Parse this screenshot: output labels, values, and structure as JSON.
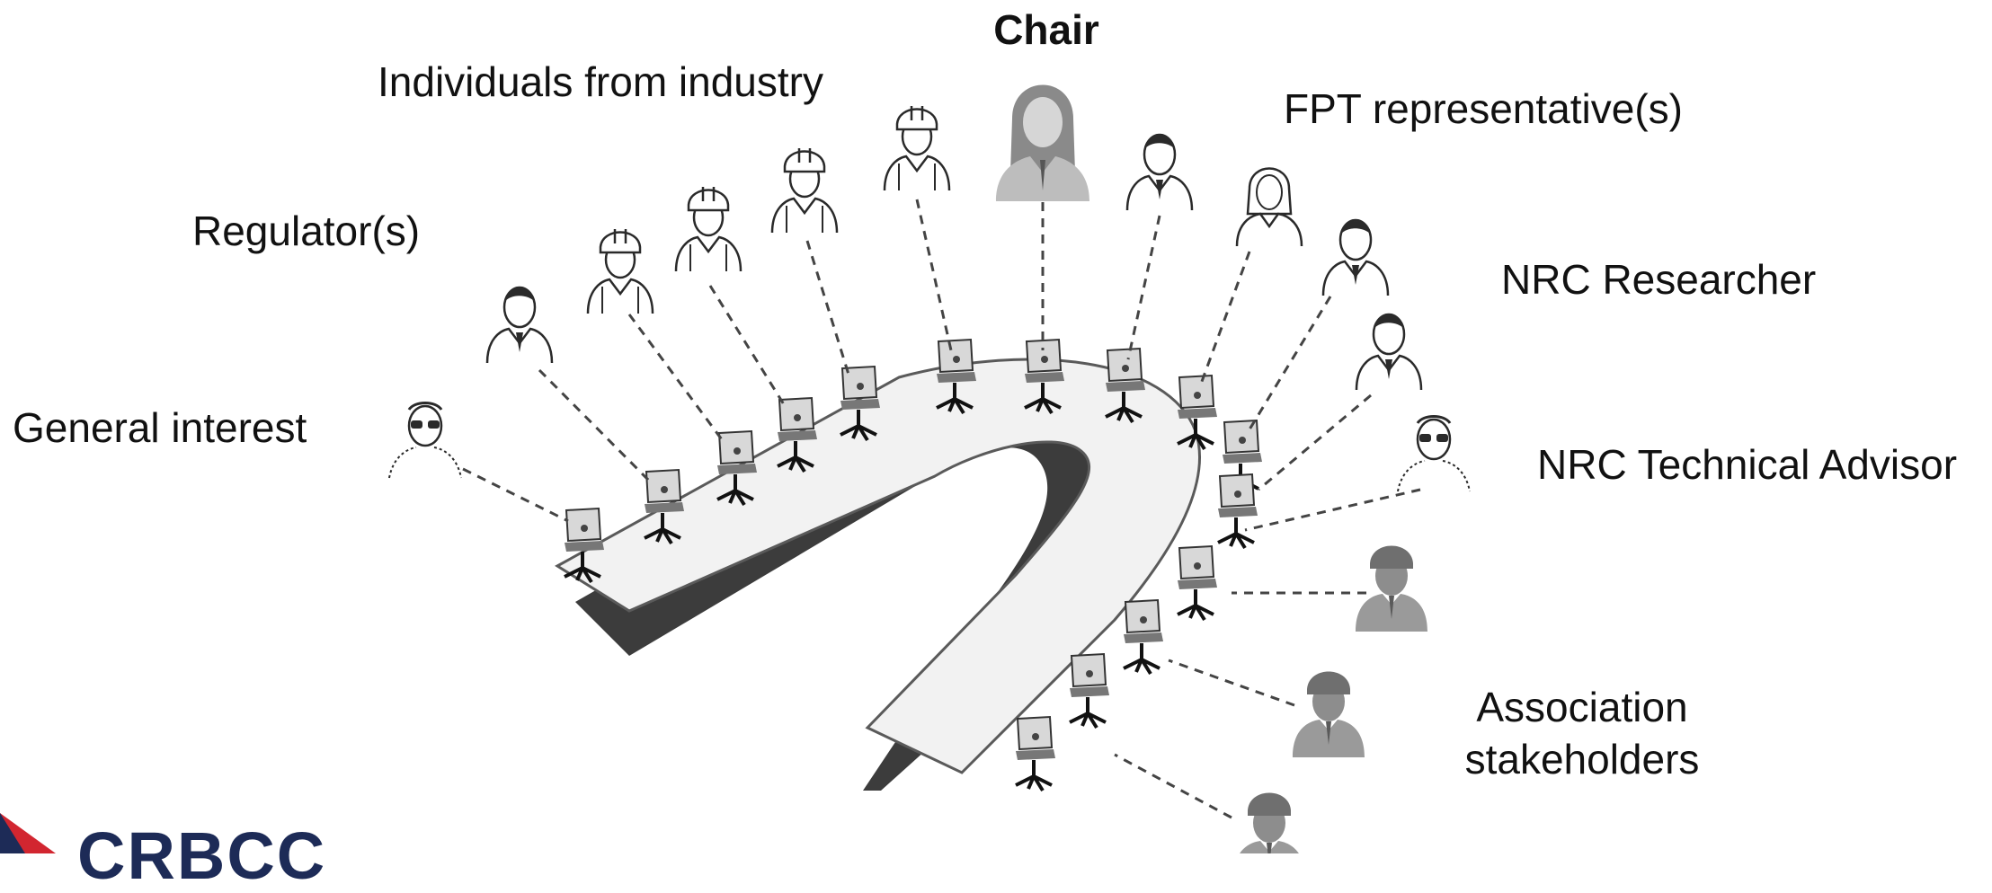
{
  "labels": {
    "chair": "Chair",
    "industry": "Individuals from industry",
    "fpt": "FPT representative(s)",
    "regulators": "Regulator(s)",
    "nrc_researcher": "NRC Researcher",
    "general_interest": "General interest",
    "nrc_advisor": "NRC Technical Advisor",
    "association_line1": "Association",
    "association_line2": "stakeholders"
  },
  "logo": {
    "text": "CRBCC"
  },
  "colors": {
    "outline": "#2a2a2a",
    "grey_figure": "#9a9a9a",
    "chair_figure": "#bdbdbd",
    "table_top": "#f2f2f2",
    "table_edge": "#5a5a5a",
    "shadow": "#3c3c3c",
    "logo_red": "#d22630",
    "logo_blue": "#1d2b57"
  },
  "icons": {
    "person_outline": "person-outline-icon",
    "hardhat_person": "hardhat-person-icon",
    "woman_person": "woman-person-icon",
    "goggles_person": "goggles-person-icon",
    "solid_person": "solid-person-icon"
  }
}
